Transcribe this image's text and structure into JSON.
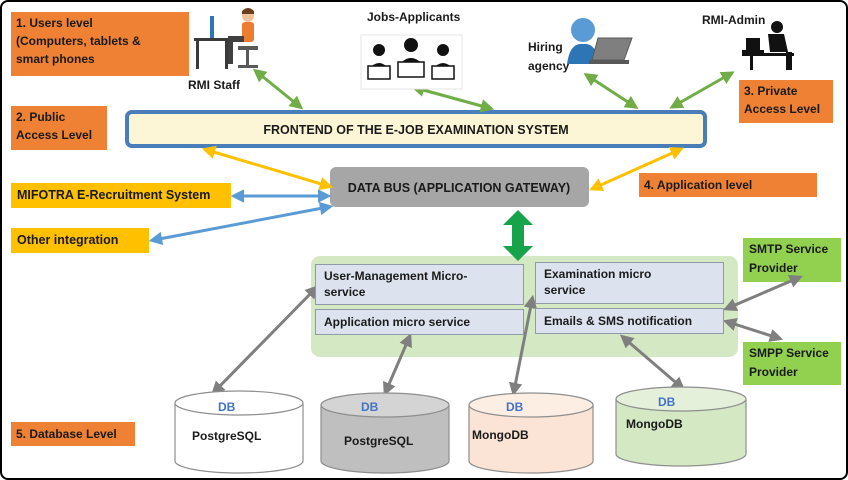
{
  "users_level": [
    "1. Users level",
    "(Computers, tablets &",
    "smart phones"
  ],
  "public_access": [
    "2. Public",
    "Access Level"
  ],
  "private_access": [
    "3. Private",
    "Access Level"
  ],
  "application_level": "4. Application level",
  "database_level": "5. Database Level",
  "actors": {
    "rmi_staff": "RMI Staff",
    "jobs_applicants": "Jobs-Applicants",
    "hiring_agency": [
      "Hiring",
      "agency"
    ],
    "rmi_admin": "RMI-Admin"
  },
  "frontend": "FRONTEND OF THE E-JOB EXAMINATION SYSTEM",
  "data_bus": "DATA BUS (APPLICATION GATEWAY)",
  "external": {
    "mifotra": "MIFOTRA E-Recruitment System",
    "other": "Other integration"
  },
  "services": {
    "user_mgmt": [
      "User-Management Micro-",
      "service"
    ],
    "examination": [
      "Examination micro",
      "service"
    ],
    "application": "Application micro service",
    "notification": "Emails  & SMS notification"
  },
  "providers": {
    "smtp": [
      "SMTP Service",
      "Provider"
    ],
    "smpp": [
      "SMPP Service",
      "Provider"
    ]
  },
  "databases": [
    {
      "tag": "DB",
      "name": "PostgreSQL"
    },
    {
      "tag": "DB",
      "name": "PostgreSQL"
    },
    {
      "tag": "DB",
      "name": "MongoDB"
    },
    {
      "tag": "DB",
      "name": "MongoDB"
    }
  ],
  "colors": {
    "level_box": "#ee8133",
    "external_box": "#ffc000",
    "provider_box": "#92d050",
    "frontend_border": "#4a7ebb",
    "frontend_fill": "#fdf6d6",
    "bus_fill": "#a6a6a6",
    "services_panel": "#d5e8c4",
    "arrow_green": "#70ad47",
    "arrow_yellow": "#ffc000",
    "arrow_blue": "#5b9bd5",
    "arrow_gray": "#7f7f7f",
    "db_white": "#ffffff",
    "db_gray": "#bfbfbf",
    "db_peach": "#fbe4d5",
    "db_green": "#d5e8c4",
    "db_tag": "#4472c4"
  }
}
